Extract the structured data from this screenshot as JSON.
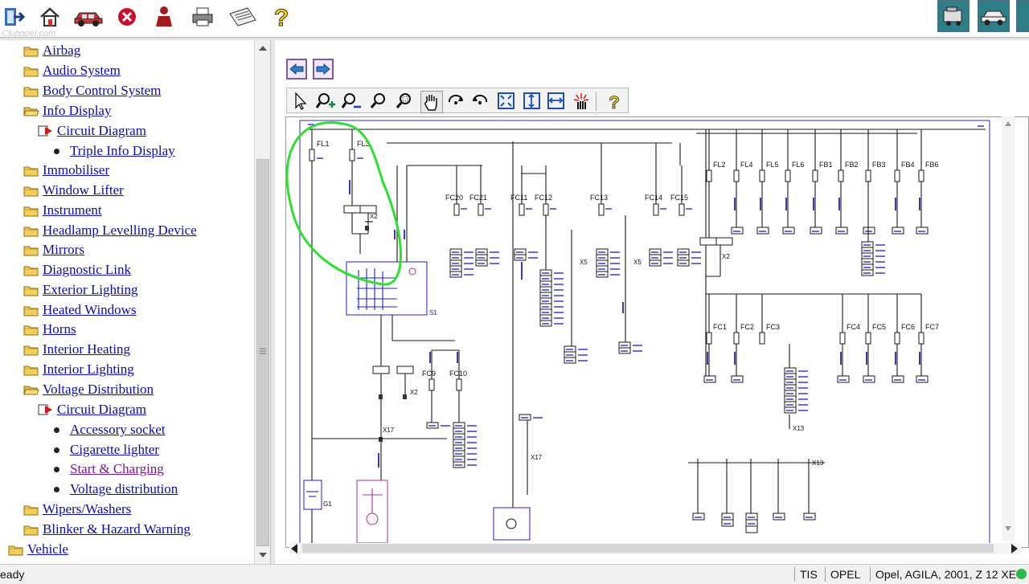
{
  "toolbar": {
    "watermark": "Clubopel.com",
    "buttons": [
      {
        "name": "exit-icon"
      },
      {
        "name": "home-icon"
      },
      {
        "name": "vehicle-icon"
      },
      {
        "name": "stop-icon"
      },
      {
        "name": "person-icon"
      },
      {
        "name": "print-icon"
      },
      {
        "name": "news-icon"
      },
      {
        "name": "help-icon"
      }
    ],
    "right_buttons": [
      {
        "name": "engine-icon"
      },
      {
        "name": "car-icon"
      },
      {
        "name": "more-icon"
      }
    ]
  },
  "tree": {
    "items": [
      {
        "label": "Airbag",
        "kind": "folder",
        "level": 1
      },
      {
        "label": "Audio System",
        "kind": "folder",
        "level": 1
      },
      {
        "label": "Body Control System",
        "kind": "folder",
        "level": 1
      },
      {
        "label": "Info Display",
        "kind": "folder-open",
        "level": 1
      },
      {
        "label": "Circuit Diagram",
        "kind": "book",
        "level": 2
      },
      {
        "label": "Triple Info Display",
        "kind": "bullet",
        "level": 3
      },
      {
        "label": "Immobiliser",
        "kind": "folder",
        "level": 1
      },
      {
        "label": "Window Lifter",
        "kind": "folder",
        "level": 1
      },
      {
        "label": "Instrument",
        "kind": "folder",
        "level": 1
      },
      {
        "label": "Headlamp Levelling Device",
        "kind": "folder",
        "level": 1
      },
      {
        "label": "Mirrors",
        "kind": "folder",
        "level": 1
      },
      {
        "label": "Diagnostic Link",
        "kind": "folder",
        "level": 1
      },
      {
        "label": "Exterior Lighting",
        "kind": "folder",
        "level": 1
      },
      {
        "label": "Heated Windows",
        "kind": "folder",
        "level": 1
      },
      {
        "label": "Horns",
        "kind": "folder",
        "level": 1
      },
      {
        "label": "Interior Heating",
        "kind": "folder",
        "level": 1
      },
      {
        "label": "Interior Lighting",
        "kind": "folder",
        "level": 1
      },
      {
        "label": "Voltage Distribution",
        "kind": "folder-open",
        "level": 1
      },
      {
        "label": "Circuit Diagram",
        "kind": "book",
        "level": 2
      },
      {
        "label": "Accessory socket",
        "kind": "bullet",
        "level": 3
      },
      {
        "label": "Cigarette lighter",
        "kind": "bullet",
        "level": 3
      },
      {
        "label": "Start & Charging",
        "kind": "bullet",
        "level": 3,
        "visited": true
      },
      {
        "label": "Voltage distribution",
        "kind": "bullet",
        "level": 3
      },
      {
        "label": "Wipers/Washers",
        "kind": "folder",
        "level": 1
      },
      {
        "label": "Blinker & Hazard Warning",
        "kind": "folder",
        "level": 1
      },
      {
        "label": "Vehicle",
        "kind": "folder",
        "level": 0
      }
    ]
  },
  "viewer": {
    "tools": [
      "pointer-icon",
      "zoom-in-icon",
      "zoom-out-icon",
      "zoom-icon",
      "zoom-area-icon",
      "pan-hand-icon",
      "rotate-cw-icon",
      "rotate-ccw-icon",
      "fit-page-icon",
      "fit-height-icon",
      "fit-width-icon",
      "highlight-icon",
      "help-icon"
    ],
    "diagram": {
      "top_fuses": [
        "FL1",
        "FL3"
      ],
      "mid_fuses": [
        "FC20",
        "FC21",
        "FC11",
        "FC12",
        "FC13",
        "FC14",
        "FC15"
      ],
      "right_fuses": [
        "FL2",
        "FL4",
        "FL5",
        "FL6",
        "FB1",
        "FB2",
        "FB3",
        "FB4",
        "FB6"
      ],
      "lower_right_fuses": [
        "FC1",
        "FC2",
        "FC3",
        "FC4",
        "FC5",
        "FC6",
        "FC7"
      ],
      "lower_fuses": [
        "FC9",
        "FC10"
      ],
      "connectors": {
        "x2": "X2",
        "x5": "X5",
        "x17": "X17",
        "x13": "X13",
        "s1": "S1",
        "g1": "G1"
      }
    }
  },
  "status": {
    "text": "eady",
    "panels": [
      "TIS",
      "OPEL",
      "Opel, AGILA, 2001, Z 12 XE"
    ]
  },
  "colors": {
    "link": "#0c0ca0",
    "visited": "#7a1a8c",
    "diagram": "#2020c0",
    "highlight": "#33dd33"
  }
}
